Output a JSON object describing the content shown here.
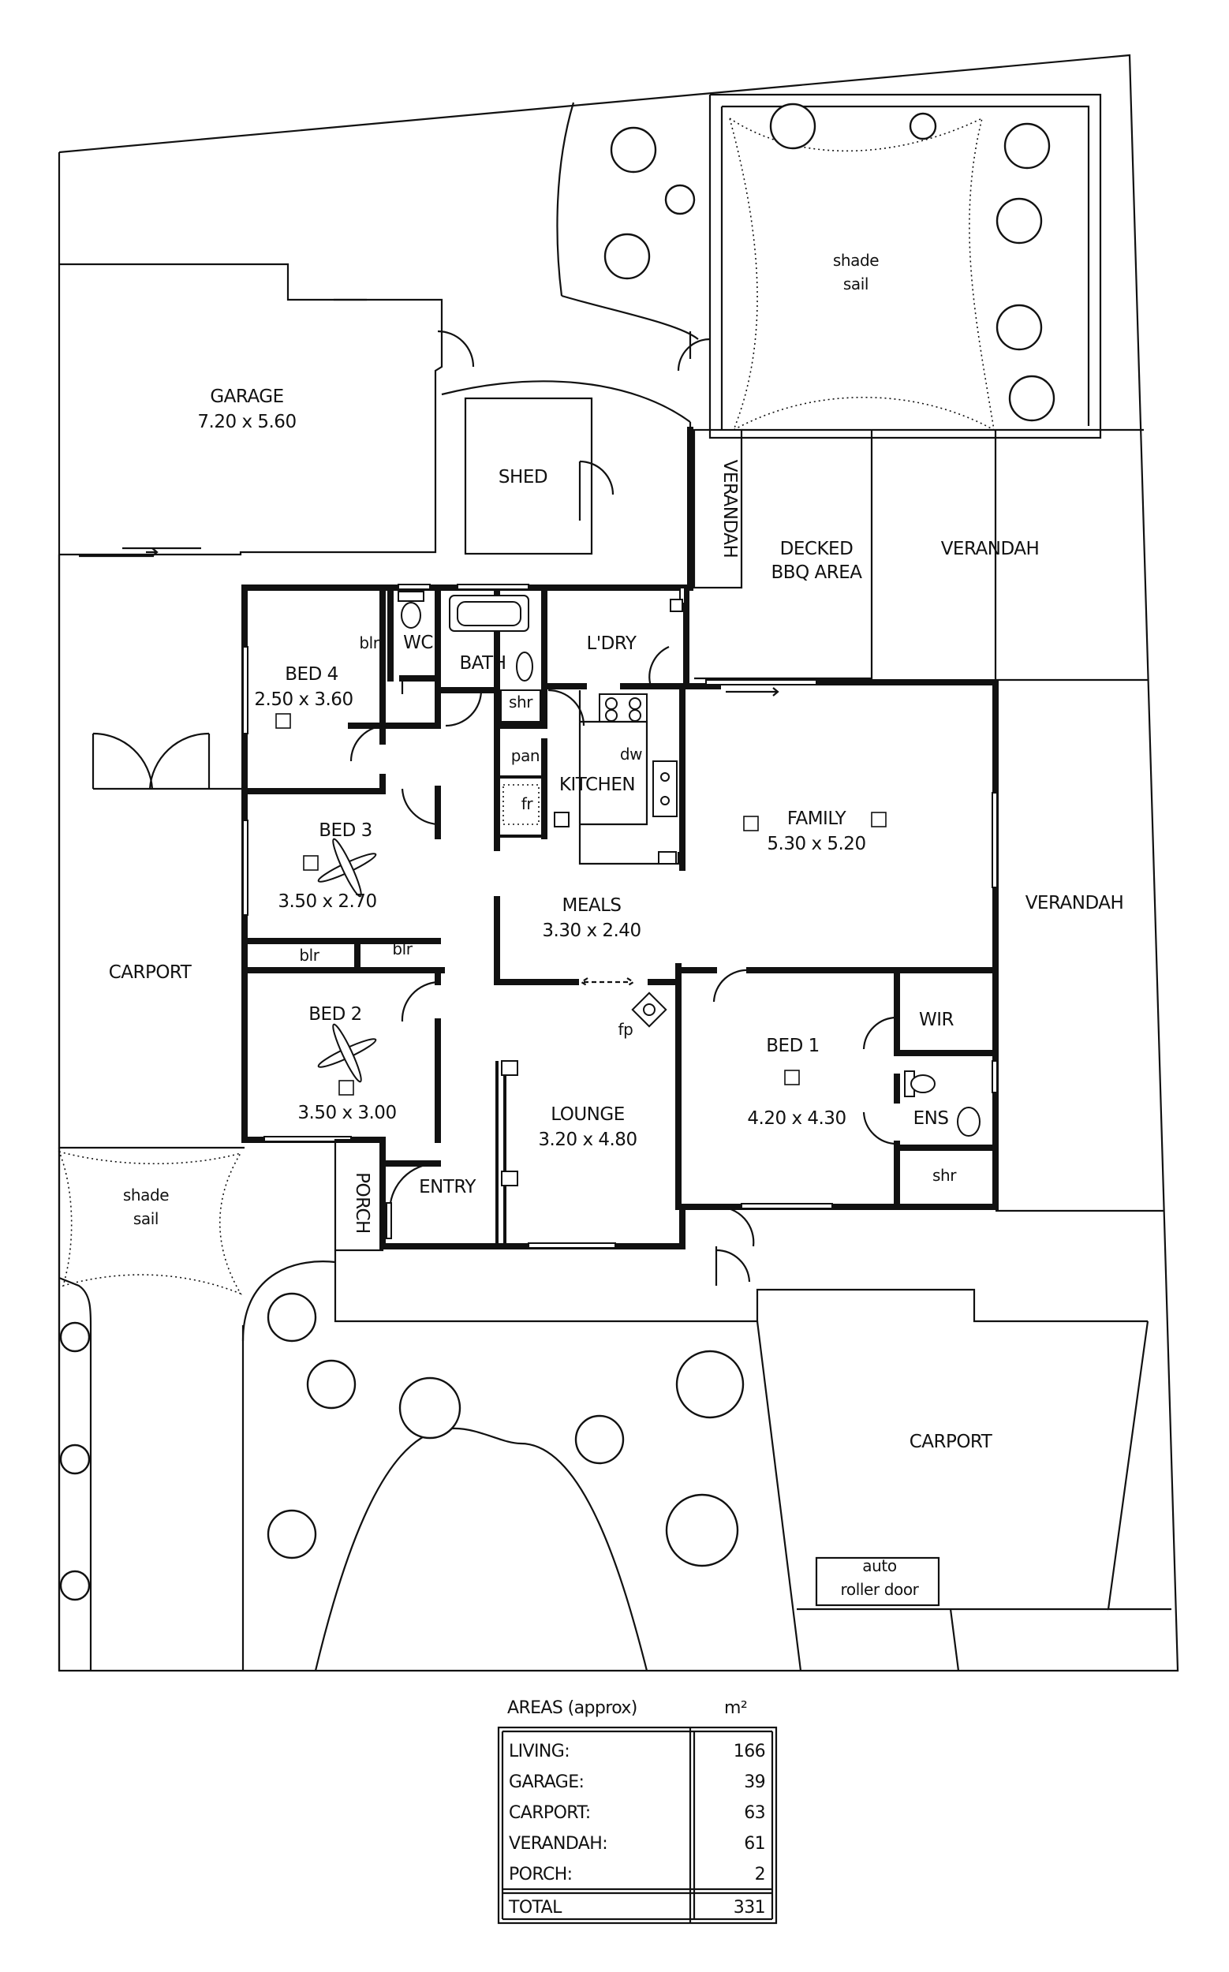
{
  "rooms": {
    "garage_name": "GARAGE",
    "garage_dims": "7.20 x 5.60",
    "shed": "SHED",
    "verandah_vertical": "VERANDAH",
    "decked_line1": "DECKED",
    "decked_line2": "BBQ AREA",
    "verandah_top": "VERANDAH",
    "shade_sail_top_1": "shade",
    "shade_sail_top_2": "sail",
    "bed4_name": "BED 4",
    "bed4_dims": "2.50 x 3.60",
    "blr_bed4": "blr",
    "wc": "WC",
    "bath": "BATH",
    "shr_bath": "shr",
    "laundry": "L'DRY",
    "pantry": "pan",
    "dishwasher": "dw",
    "kitchen": "KITCHEN",
    "fridge": "fr",
    "family_name": "FAMILY",
    "family_dims": "5.30 x 5.20",
    "bed3_name": "BED 3",
    "bed3_dims": "3.50 x 2.70",
    "blr_left": "blr",
    "blr_right": "blr",
    "meals_name": "MEALS",
    "meals_dims": "3.30 x 2.40",
    "verandah_right": "VERANDAH",
    "carport_left": "CARPORT",
    "bed2_name": "BED 2",
    "bed2_dims": "3.50 x 3.00",
    "fireplace": "fp",
    "lounge_name": "LOUNGE",
    "lounge_dims": "3.20 x 4.80",
    "bed1_name": "BED 1",
    "bed1_dims": "4.20 x 4.30",
    "wir": "WIR",
    "ens": "ENS",
    "shr_ens": "shr",
    "shade_sail_left_1": "shade",
    "shade_sail_left_2": "sail",
    "porch": "PORCH",
    "entry": "ENTRY",
    "carport_right": "CARPORT",
    "roller_line1": "auto",
    "roller_line2": "roller door"
  },
  "areas_table": {
    "title": "AREAS (approx)",
    "unit": "m²",
    "rows": [
      {
        "label": "LIVING:",
        "value": "166"
      },
      {
        "label": "GARAGE:",
        "value": "39"
      },
      {
        "label": "CARPORT:",
        "value": "63"
      },
      {
        "label": "VERANDAH:",
        "value": "61"
      },
      {
        "label": "PORCH:",
        "value": "2"
      }
    ],
    "total_label": "TOTAL",
    "total_value": "331"
  }
}
